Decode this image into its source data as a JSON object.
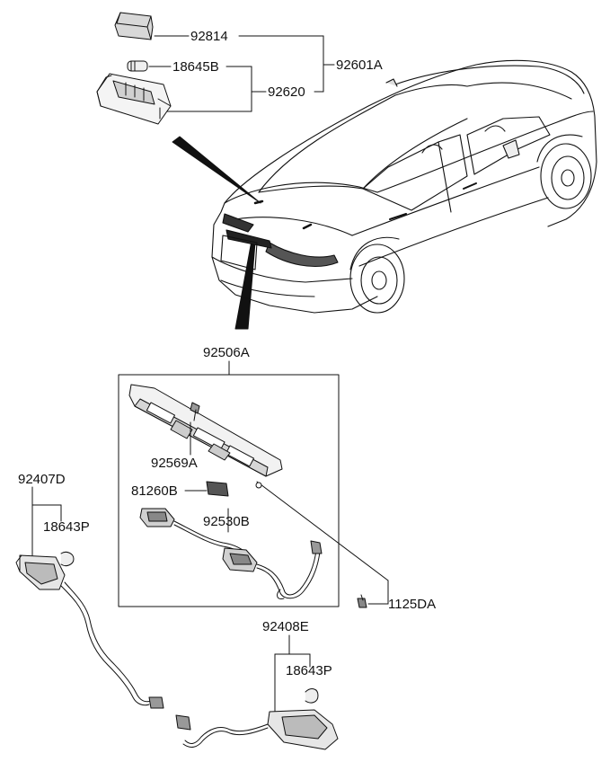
{
  "diagram": {
    "ink_color": "#111111",
    "background": "#ffffff",
    "labels": {
      "p92814": "92814",
      "p92601A": "92601A",
      "p18645B": "18645B",
      "p92620": "92620",
      "p92506A": "92506A",
      "p92569A": "92569A",
      "p81260B": "81260B",
      "p92530B": "92530B",
      "p92407D": "92407D",
      "p18643P_left": "18643P",
      "p1125DA": "1125DA",
      "p92408E": "92408E",
      "p18643P_right": "18643P"
    }
  }
}
